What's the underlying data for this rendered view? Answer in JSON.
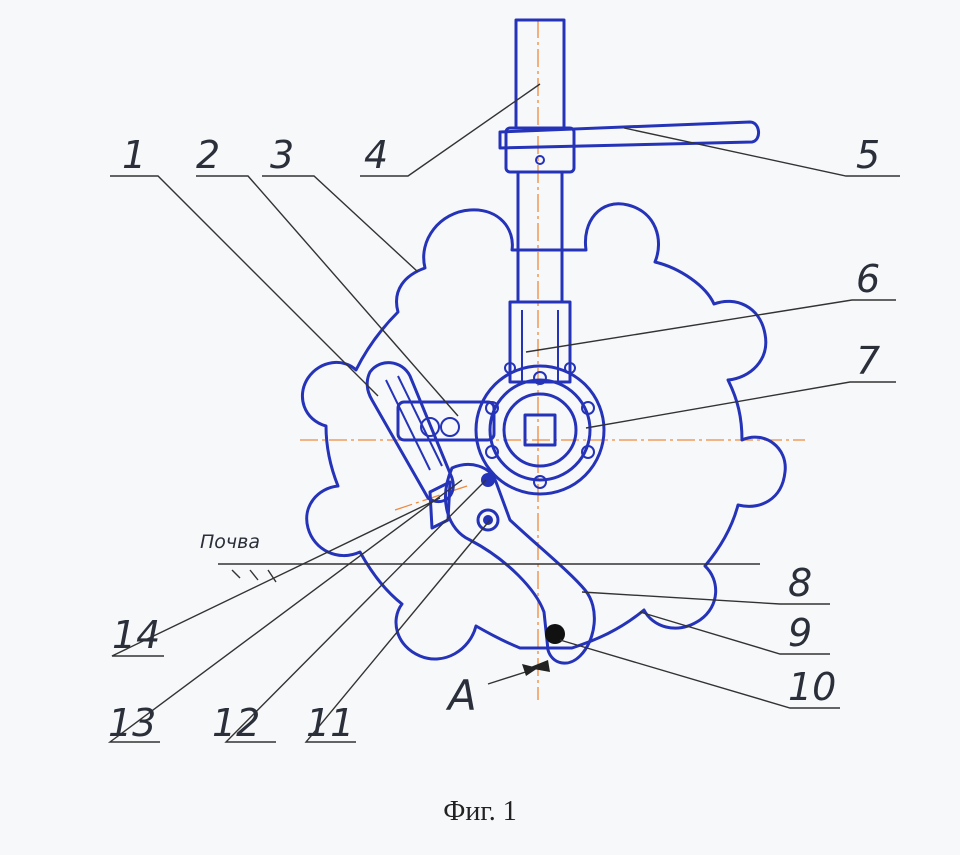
{
  "figure": {
    "caption": "Фиг. 1",
    "soil_label": "Почва",
    "view_label": "A",
    "callouts": [
      {
        "id": "1",
        "label": "1"
      },
      {
        "id": "2",
        "label": "2"
      },
      {
        "id": "3",
        "label": "3"
      },
      {
        "id": "4",
        "label": "4"
      },
      {
        "id": "5",
        "label": "5"
      },
      {
        "id": "6",
        "label": "6"
      },
      {
        "id": "7",
        "label": "7"
      },
      {
        "id": "8",
        "label": "8"
      },
      {
        "id": "9",
        "label": "9"
      },
      {
        "id": "10",
        "label": "10"
      },
      {
        "id": "11",
        "label": "11"
      },
      {
        "id": "12",
        "label": "12"
      },
      {
        "id": "13",
        "label": "13"
      },
      {
        "id": "14",
        "label": "14"
      }
    ]
  },
  "colors": {
    "part_outline": "#2433b8",
    "centerline": "#f08a3c",
    "leader": "#333333",
    "background": "#f7f8fa"
  }
}
